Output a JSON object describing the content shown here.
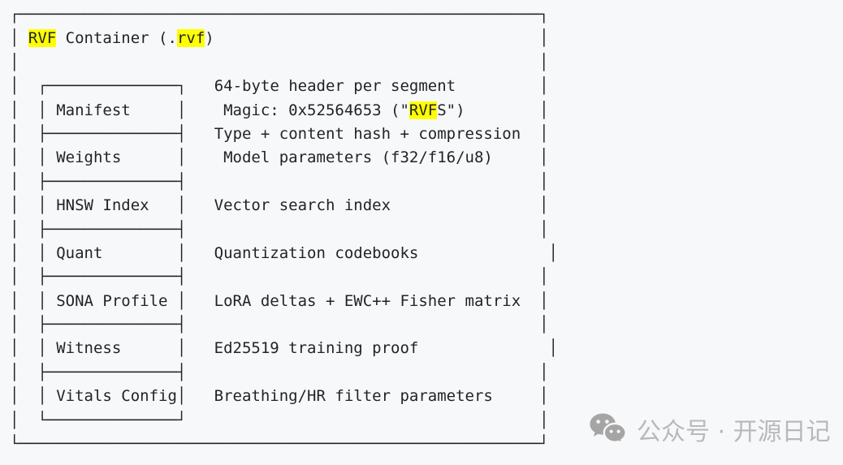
{
  "page": {
    "background": "#f6f8fa"
  },
  "diagram": {
    "text_color": "#1f2328",
    "highlight_color": "#ffff00",
    "lines": [
      [
        {
          "t": "┌"
        },
        {
          "dash": 56
        },
        {
          "t": "┐"
        }
      ],
      [
        {
          "t": "│ "
        },
        {
          "t": "RVF",
          "h": true
        },
        {
          "t": " Container (."
        },
        {
          "t": "rvf",
          "h": true
        },
        {
          "t": ")"
        },
        {
          "sp": 35
        },
        {
          "t": "│"
        }
      ],
      [
        {
          "t": "│"
        },
        {
          "sp": 56
        },
        {
          "t": "│"
        }
      ],
      [
        {
          "t": "│  ┌"
        },
        {
          "dash": 14
        },
        {
          "t": "┐"
        },
        {
          "sp": 3
        },
        {
          "t": "64-byte header per segment"
        },
        {
          "sp": 9
        },
        {
          "t": "│"
        }
      ],
      [
        {
          "t": "│  │ Manifest     │"
        },
        {
          "sp": 4
        },
        {
          "t": "Magic: 0x52564653 (\""
        },
        {
          "t": "RVF",
          "h": true
        },
        {
          "t": "S\")"
        },
        {
          "sp": 8
        },
        {
          "t": "│"
        }
      ],
      [
        {
          "t": "│  ├"
        },
        {
          "dash": 14
        },
        {
          "t": "┤"
        },
        {
          "sp": 3
        },
        {
          "t": "Type + content hash + compression"
        },
        {
          "sp": 2
        },
        {
          "t": "│"
        }
      ],
      [
        {
          "t": "│  │ Weights      │"
        },
        {
          "sp": 4
        },
        {
          "t": "Model parameters (f32/f16/u8)"
        },
        {
          "sp": 5
        },
        {
          "t": "│"
        }
      ],
      [
        {
          "t": "│  ├"
        },
        {
          "dash": 14
        },
        {
          "t": "┤"
        },
        {
          "sp": 38
        },
        {
          "t": "│"
        }
      ],
      [
        {
          "t": "│  │ HNSW Index   │"
        },
        {
          "sp": 3
        },
        {
          "t": "Vector search index"
        },
        {
          "sp": 16
        },
        {
          "t": "│"
        }
      ],
      [
        {
          "t": "│  ├"
        },
        {
          "dash": 14
        },
        {
          "t": "┤"
        },
        {
          "sp": 38
        },
        {
          "t": "│"
        }
      ],
      [
        {
          "t": "│  │ Quant        │"
        },
        {
          "sp": 3
        },
        {
          "t": "Quantization codebooks"
        },
        {
          "sp": 14
        },
        {
          "t": "│"
        }
      ],
      [
        {
          "t": "│  ├"
        },
        {
          "dash": 14
        },
        {
          "t": "┤"
        },
        {
          "sp": 38
        },
        {
          "t": "│"
        }
      ],
      [
        {
          "t": "│  │ SONA Profile │"
        },
        {
          "sp": 3
        },
        {
          "t": "LoRA deltas + EWC++ Fisher matrix"
        },
        {
          "sp": 2
        },
        {
          "t": "│"
        }
      ],
      [
        {
          "t": "│  ├"
        },
        {
          "dash": 14
        },
        {
          "t": "┤"
        },
        {
          "sp": 38
        },
        {
          "t": "│"
        }
      ],
      [
        {
          "t": "│  │ Witness      │"
        },
        {
          "sp": 3
        },
        {
          "t": "Ed25519 training proof"
        },
        {
          "sp": 14
        },
        {
          "t": "│"
        }
      ],
      [
        {
          "t": "│  ├"
        },
        {
          "dash": 14
        },
        {
          "t": "┤"
        },
        {
          "sp": 38
        },
        {
          "t": "│"
        }
      ],
      [
        {
          "t": "│  │ Vitals Config│"
        },
        {
          "sp": 3
        },
        {
          "t": "Breathing/HR filter parameters"
        },
        {
          "sp": 5
        },
        {
          "t": "│"
        }
      ],
      [
        {
          "t": "│  └"
        },
        {
          "dash": 14
        },
        {
          "t": "┘"
        },
        {
          "sp": 38
        },
        {
          "t": "│"
        }
      ],
      [
        {
          "t": "└"
        },
        {
          "dash": 56
        },
        {
          "t": "┘"
        }
      ]
    ]
  },
  "watermark": {
    "icon": "wechat-icon",
    "icon_color": "#a5a5a5",
    "text": "公众号 · 开源日记",
    "text_color": "#b9b9b9"
  }
}
